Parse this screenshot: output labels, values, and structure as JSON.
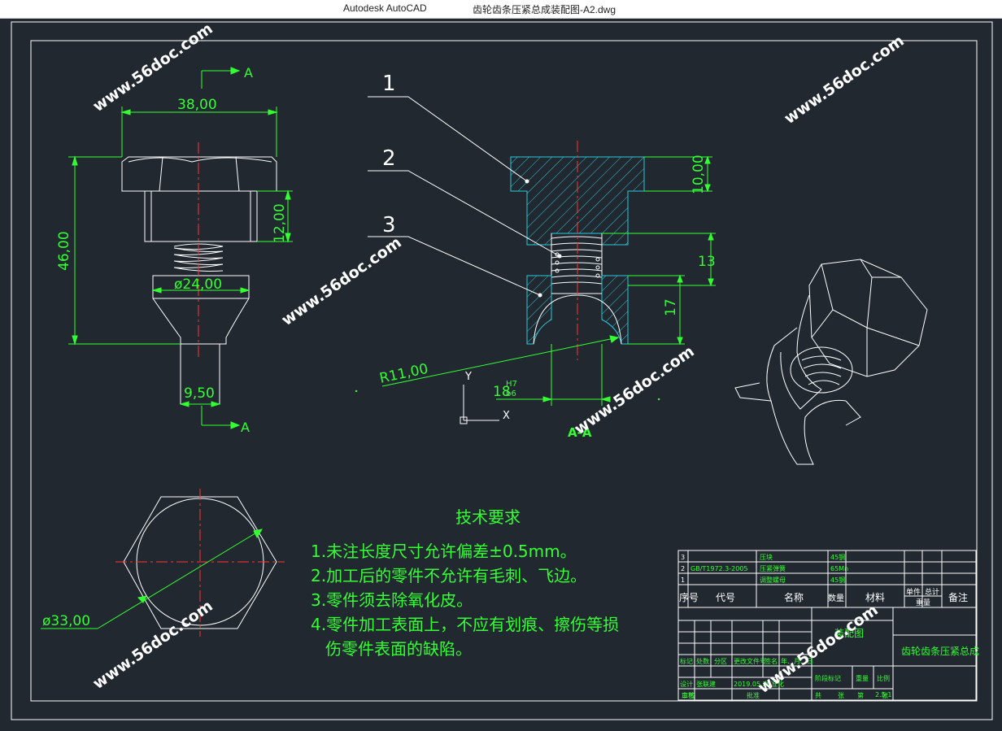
{
  "window": {
    "app_name": "Autodesk AutoCAD",
    "document_title": "齿轮齿条压紧总成装配图-A2.dwg"
  },
  "watermark": "www.56doc.com",
  "drawing": {
    "section_marker": "A",
    "section_label": "A-A",
    "leaders": [
      "1",
      "2",
      "3"
    ],
    "dimensions": {
      "width_top": "38,00",
      "height_total": "46,00",
      "height_nut": "12,00",
      "dia_base": "ø24,00",
      "shaft_width": "9,50",
      "section_top": "10,00",
      "section_mid": "13",
      "section_low": "17",
      "radius": "R11,00",
      "fit_prefix": "18",
      "fit_upper": "H7",
      "fit_lower": "b6",
      "dia_hex": "ø33,00"
    },
    "ucs": {
      "x": "X",
      "y": "Y"
    }
  },
  "tech_requirements": {
    "title": "技术要求",
    "items": [
      "1.未注长度尺寸允许偏差±0.5mm。",
      "2.加工后的零件不允许有毛刺、飞边。",
      "3.零件须去除氧化皮。",
      "4.零件加工表面上，不应有划痕、擦伤等损",
      "伤零件表面的缺陷。"
    ]
  },
  "title_block": {
    "parts": [
      {
        "no": "3",
        "code": "",
        "name": "压块",
        "qty": "45钢"
      },
      {
        "no": "2",
        "code": "GB/T1972.3-2005",
        "name": "压紧弹簧",
        "qty": "65Mn"
      },
      {
        "no": "1",
        "code": "",
        "name": "调整螺母",
        "qty": "45钢"
      }
    ],
    "headers": {
      "no": "序号",
      "code": "代号",
      "name": "名称",
      "qty": "数量",
      "material": "材料",
      "unit_weight": "单件",
      "total_weight": "总计",
      "weight": "重量",
      "remark": "备注"
    },
    "drawing_name": "装配图",
    "assembly_name": "齿轮齿条压紧总成",
    "row_labels": [
      "标记",
      "处数",
      "分区",
      "更改文件号",
      "签名",
      "年、月、日"
    ],
    "design_row": [
      "设计",
      "张联建",
      "2019.05.20",
      "标准化"
    ],
    "stage": "阶段标记",
    "weight_label": "重量",
    "scale_label": "比例",
    "scale_value": "2.5:1",
    "review": "审核",
    "process": "工艺",
    "approve": "批准",
    "sheet": [
      "共",
      "张",
      "第",
      "张"
    ]
  }
}
